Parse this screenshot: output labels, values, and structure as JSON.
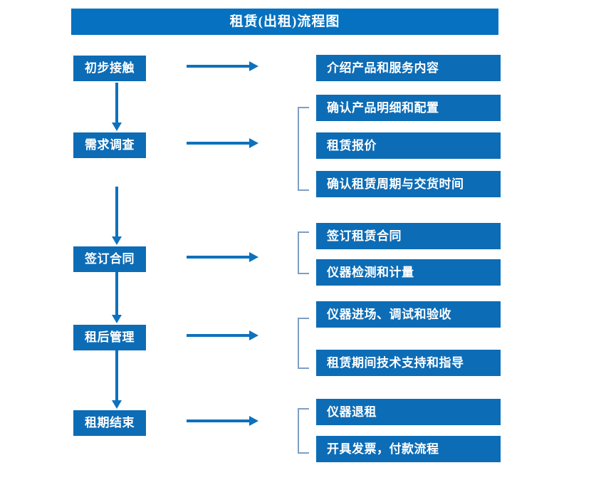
{
  "title": {
    "text": "租赁(出租)流程图"
  },
  "colors": {
    "title_bar": "#0571C0",
    "box_fill": "#0D6CB6",
    "box_text": "#FFFFFF",
    "arrow": "#0D71BD",
    "bracket": "#7E9FC4",
    "background": "#FFFFFF"
  },
  "stages": [
    {
      "id": "stage-1",
      "label": "初步接触",
      "tasks": [
        "介绍产品和服务内容"
      ]
    },
    {
      "id": "stage-2",
      "label": "需求调查",
      "tasks": [
        "确认产品明细和配置",
        "租赁报价",
        "确认租赁周期与交货时间"
      ]
    },
    {
      "id": "stage-3",
      "label": "签订合同",
      "tasks": [
        "签订租赁合同",
        "仪器检测和计量"
      ]
    },
    {
      "id": "stage-4",
      "label": "租后管理",
      "tasks": [
        "仪器进场、调试和验收",
        "租赁期间技术支持和指导"
      ]
    },
    {
      "id": "stage-5",
      "label": "租期结束",
      "tasks": [
        "仪器退租",
        "开具发票，付款流程"
      ]
    }
  ],
  "tasks_flat": [
    "介绍产品和服务内容",
    "确认产品明细和配置",
    "租赁报价",
    "确认租赁周期与交货时间",
    "签订租赁合同",
    "仪器检测和计量",
    "仪器进场、调试和验收",
    "租赁期间技术支持和指导",
    "仪器退租",
    "开具发票，付款流程"
  ]
}
